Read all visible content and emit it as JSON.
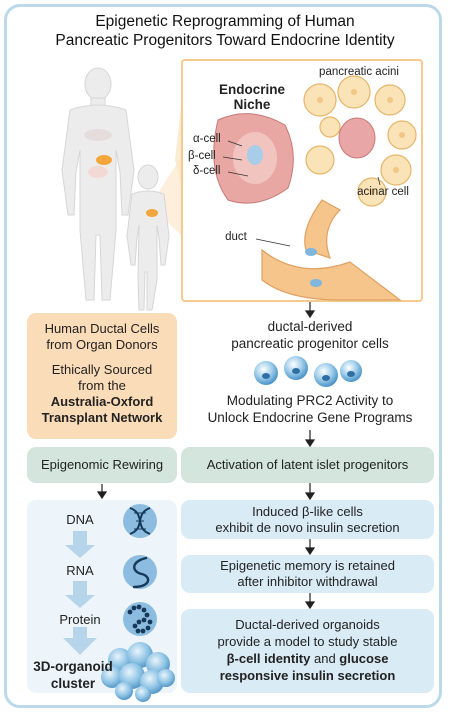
{
  "title": {
    "line1": "Epigenetic Reprogramming of Human",
    "line2": "Pancreatic Progenitors Toward Endocrine Identity"
  },
  "illustration": {
    "endocrine_niche_line1": "Endocrine",
    "endocrine_niche_line2": "Niche",
    "pancreatic_acini": "pancreatic acini",
    "alpha_cell": "α-cell",
    "beta_cell": "β-cell",
    "delta_cell": "δ-cell",
    "acinar_cell": "acinar cell",
    "duct": "duct"
  },
  "right_flow": {
    "progenitor_line1": "ductal-derived",
    "progenitor_line2": "pancreatic progenitor cells",
    "prc2_line1": "Modulating PRC2 Activity to",
    "prc2_line2": "Unlock Endocrine Gene Programs",
    "activation": "Activation of latent islet progenitors",
    "induced_line1": "Induced β-like cells",
    "induced_line2": "exhibit de novo insulin secretion",
    "memory_line1": "Epigenetic memory is retained",
    "memory_line2": "after inhibitor withdrawal",
    "final_line1": "Ductal-derived organoids",
    "final_line2": "provide a model to study stable",
    "final_bold1": "β-cell identity",
    "final_and": " and ",
    "final_bold2": "glucose",
    "final_line4": "responsive insulin secretion"
  },
  "left_flow": {
    "donor_line1": "Human Ductal Cells",
    "donor_line2": "from Organ Donors",
    "ethic_line1": "Ethically Sourced",
    "ethic_line2": "from the",
    "network_line1": "Australia-Oxford",
    "network_line2": "Transplant Network",
    "epigenomic": "Epigenomic Rewiring",
    "dna": "DNA",
    "rna": "RNA",
    "protein": "Protein",
    "organoid_line1": "3D-organoid",
    "organoid_line2": "cluster"
  },
  "colors": {
    "frame": "#bcd9ea",
    "peach": "#fbdcb9",
    "green": "#d3e5dd",
    "lightblue": "#d9ebf5",
    "paleblue": "#edf5fa",
    "illustration_border": "#f6c98e"
  }
}
